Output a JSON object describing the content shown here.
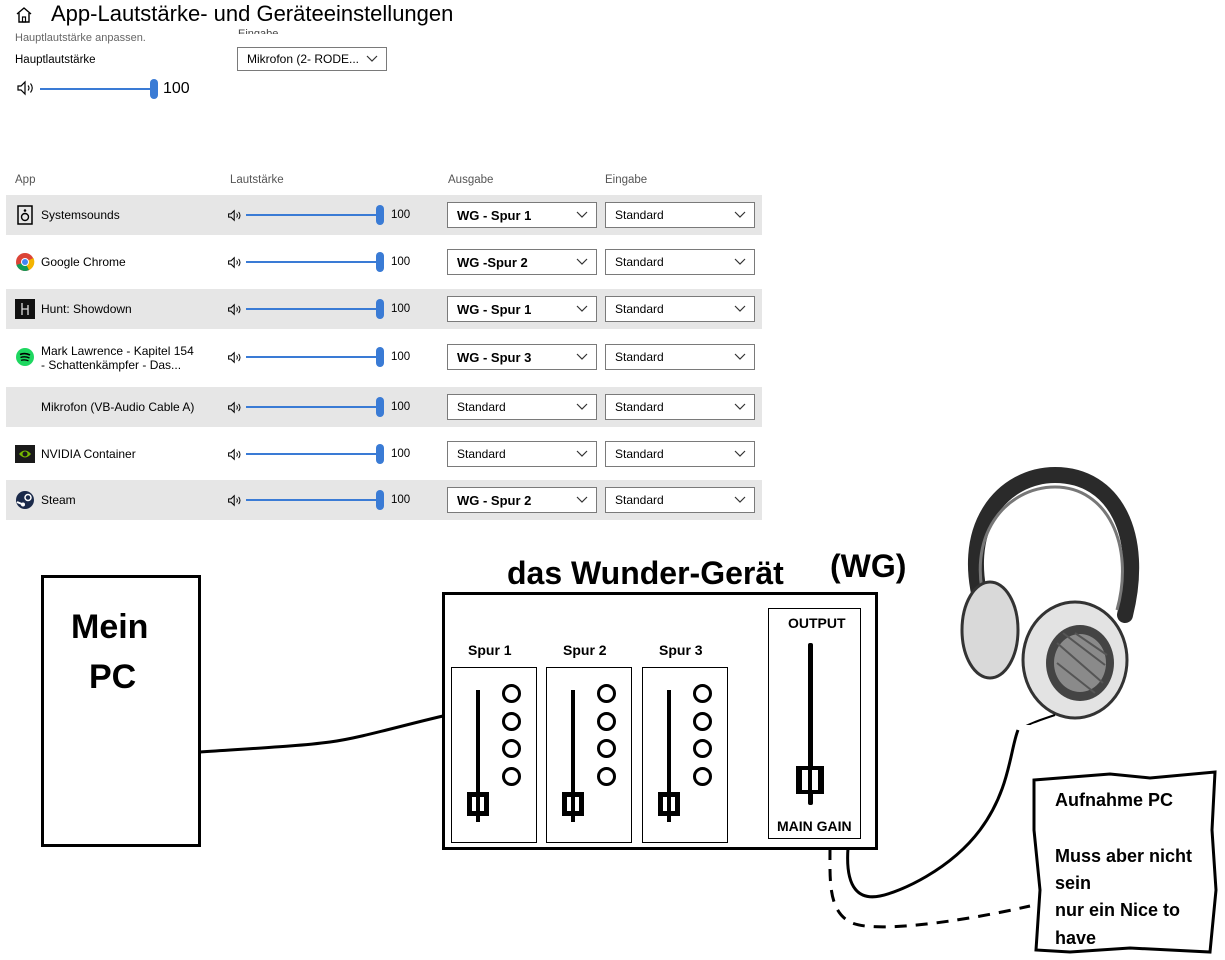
{
  "header": {
    "title": "App-Lautstärke- und Geräteeinstellungen",
    "subtitle": "Hauptlautstärke anpassen.",
    "master_label": "Hauptlautstärke",
    "master_value": "100",
    "master_level": 1.0,
    "input_label": "Eingabe",
    "input_device": "Mikrofon (2- RODE..."
  },
  "columns": {
    "app": "App",
    "volume": "Lautstärke",
    "output": "Ausgabe",
    "input": "Eingabe"
  },
  "apps": [
    {
      "name": "Systemsounds",
      "icon": "speaker-icon",
      "volume": "100",
      "level": 1.0,
      "output": "WG - Spur 1",
      "output_bold": true,
      "input": "Standard"
    },
    {
      "name": "Google Chrome",
      "icon": "chrome-icon",
      "volume": "100",
      "level": 1.0,
      "output": "WG -Spur 2",
      "output_bold": true,
      "input": "Standard"
    },
    {
      "name": "Hunt: Showdown",
      "icon": "hunt-showdown-icon",
      "volume": "100",
      "level": 1.0,
      "output": "WG - Spur 1",
      "output_bold": true,
      "input": "Standard"
    },
    {
      "name_line1": "Mark Lawrence - Kapitel 154",
      "name_line2": "- Schattenkämpfer - Das...",
      "icon": "spotify-icon",
      "volume": "100",
      "level": 1.0,
      "output": "WG - Spur 3",
      "output_bold": true,
      "input": "Standard"
    },
    {
      "name": "Mikrofon (VB-Audio Cable A)",
      "icon": "",
      "volume": "100",
      "level": 1.0,
      "output": "Standard",
      "output_bold": false,
      "input": "Standard"
    },
    {
      "name": "NVIDIA Container",
      "icon": "nvidia-icon",
      "volume": "100",
      "level": 1.0,
      "output": "Standard",
      "output_bold": false,
      "input": "Standard"
    },
    {
      "name": "Steam",
      "icon": "steam-icon",
      "volume": "100",
      "level": 1.0,
      "output": "WG - Spur 2",
      "output_bold": true,
      "input": "Standard"
    }
  ],
  "drawing": {
    "pc_label_line1": "Mein",
    "pc_label_line2": "PC",
    "device_title": "das Wunder-Gerät",
    "device_abbr": "(WG)",
    "tracks": [
      "Spur 1",
      "Spur 2",
      "Spur 3"
    ],
    "output_label": "OUTPUT",
    "main_gain_label": "MAIN GAIN",
    "note_line1": "Aufnahme PC",
    "note_line2": "Muss aber nicht",
    "note_line3": "sein",
    "note_line4": "nur ein Nice to",
    "note_line5": "have"
  },
  "colors": {
    "accent": "#3a7bd5",
    "row_shade": "#e6e6e6",
    "border": "#7a7a7a"
  }
}
